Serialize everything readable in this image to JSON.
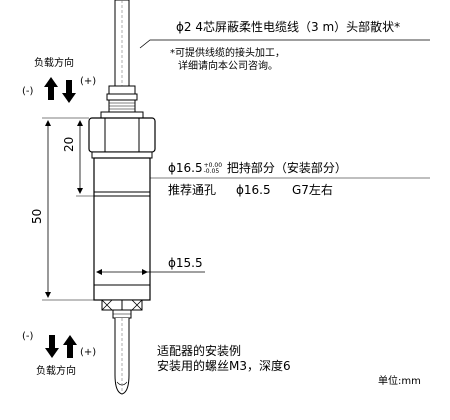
{
  "cable_spec": "ϕ2 4芯屏蔽柔性电缆线（3 m）头部散状*",
  "cable_note_1": "*可提供线缆的接头加工，",
  "cable_note_2": "详细请向本公司咨询。",
  "load_direction_top": "负载方向",
  "load_direction_bottom": "负载方向",
  "minus_sign": "(-)",
  "plus_sign": "(+)",
  "dim_20": "20",
  "dim_50": "50",
  "dim_body_dia": "ϕ16.5",
  "tolerance_upper": "+0.00",
  "tolerance_lower": "-0.05",
  "body_label": "把持部分（安装部分）",
  "hole_label": "推荐通孔",
  "hole_dia": "ϕ16.5",
  "hole_fit": "G7左右",
  "dim_15_5": "ϕ15.5",
  "adapter_line_1": "适配器的安装例",
  "adapter_line_2": "安装用的螺丝M3，深度6",
  "unit_label": "单位:mm"
}
